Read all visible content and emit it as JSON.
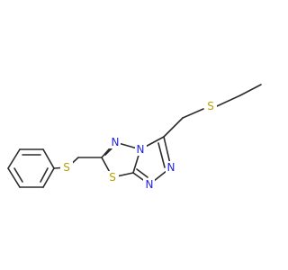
{
  "colors": {
    "bond": "#2b2b2b",
    "nitrogen": "#2323e6",
    "sulfur": "#b5a300",
    "background": "#ffffff"
  },
  "atoms": {
    "s_ethyl": "S",
    "n_ring_top": "N",
    "n_bridge": "N",
    "n_triazole_1": "N",
    "n_triazole_2": "N",
    "s_thiadiazole": "S",
    "s_phenyl": "S"
  }
}
